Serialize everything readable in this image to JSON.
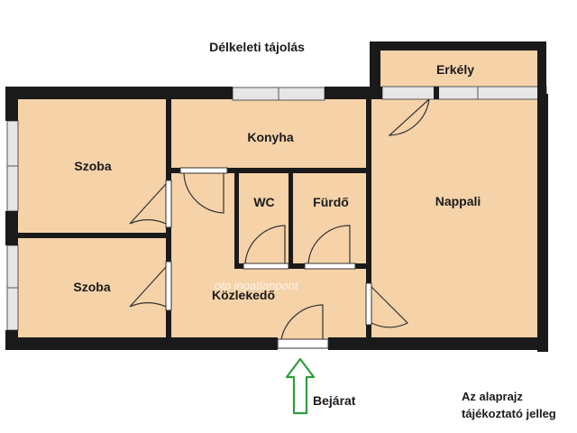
{
  "title": "Délkeleti tájolás",
  "rooms": {
    "erkely": "Erkély",
    "konyha": "Konyha",
    "szoba1": "Szoba",
    "szoba2": "Szoba",
    "wc": "WC",
    "furdo": "Fürdő",
    "nappali": "Nappali",
    "kozlekedo": "Közlekedő"
  },
  "entrance": "Bejárat",
  "note": {
    "line1": "Az alaprajz",
    "line2": "tájékoztató jelleg"
  },
  "watermark": "otp ingatlanpont",
  "colors": {
    "floor": "#f5d2a8",
    "wall": "#1a1a1a",
    "window": "#e6e6e6",
    "arrow": "#2e9e3a"
  }
}
